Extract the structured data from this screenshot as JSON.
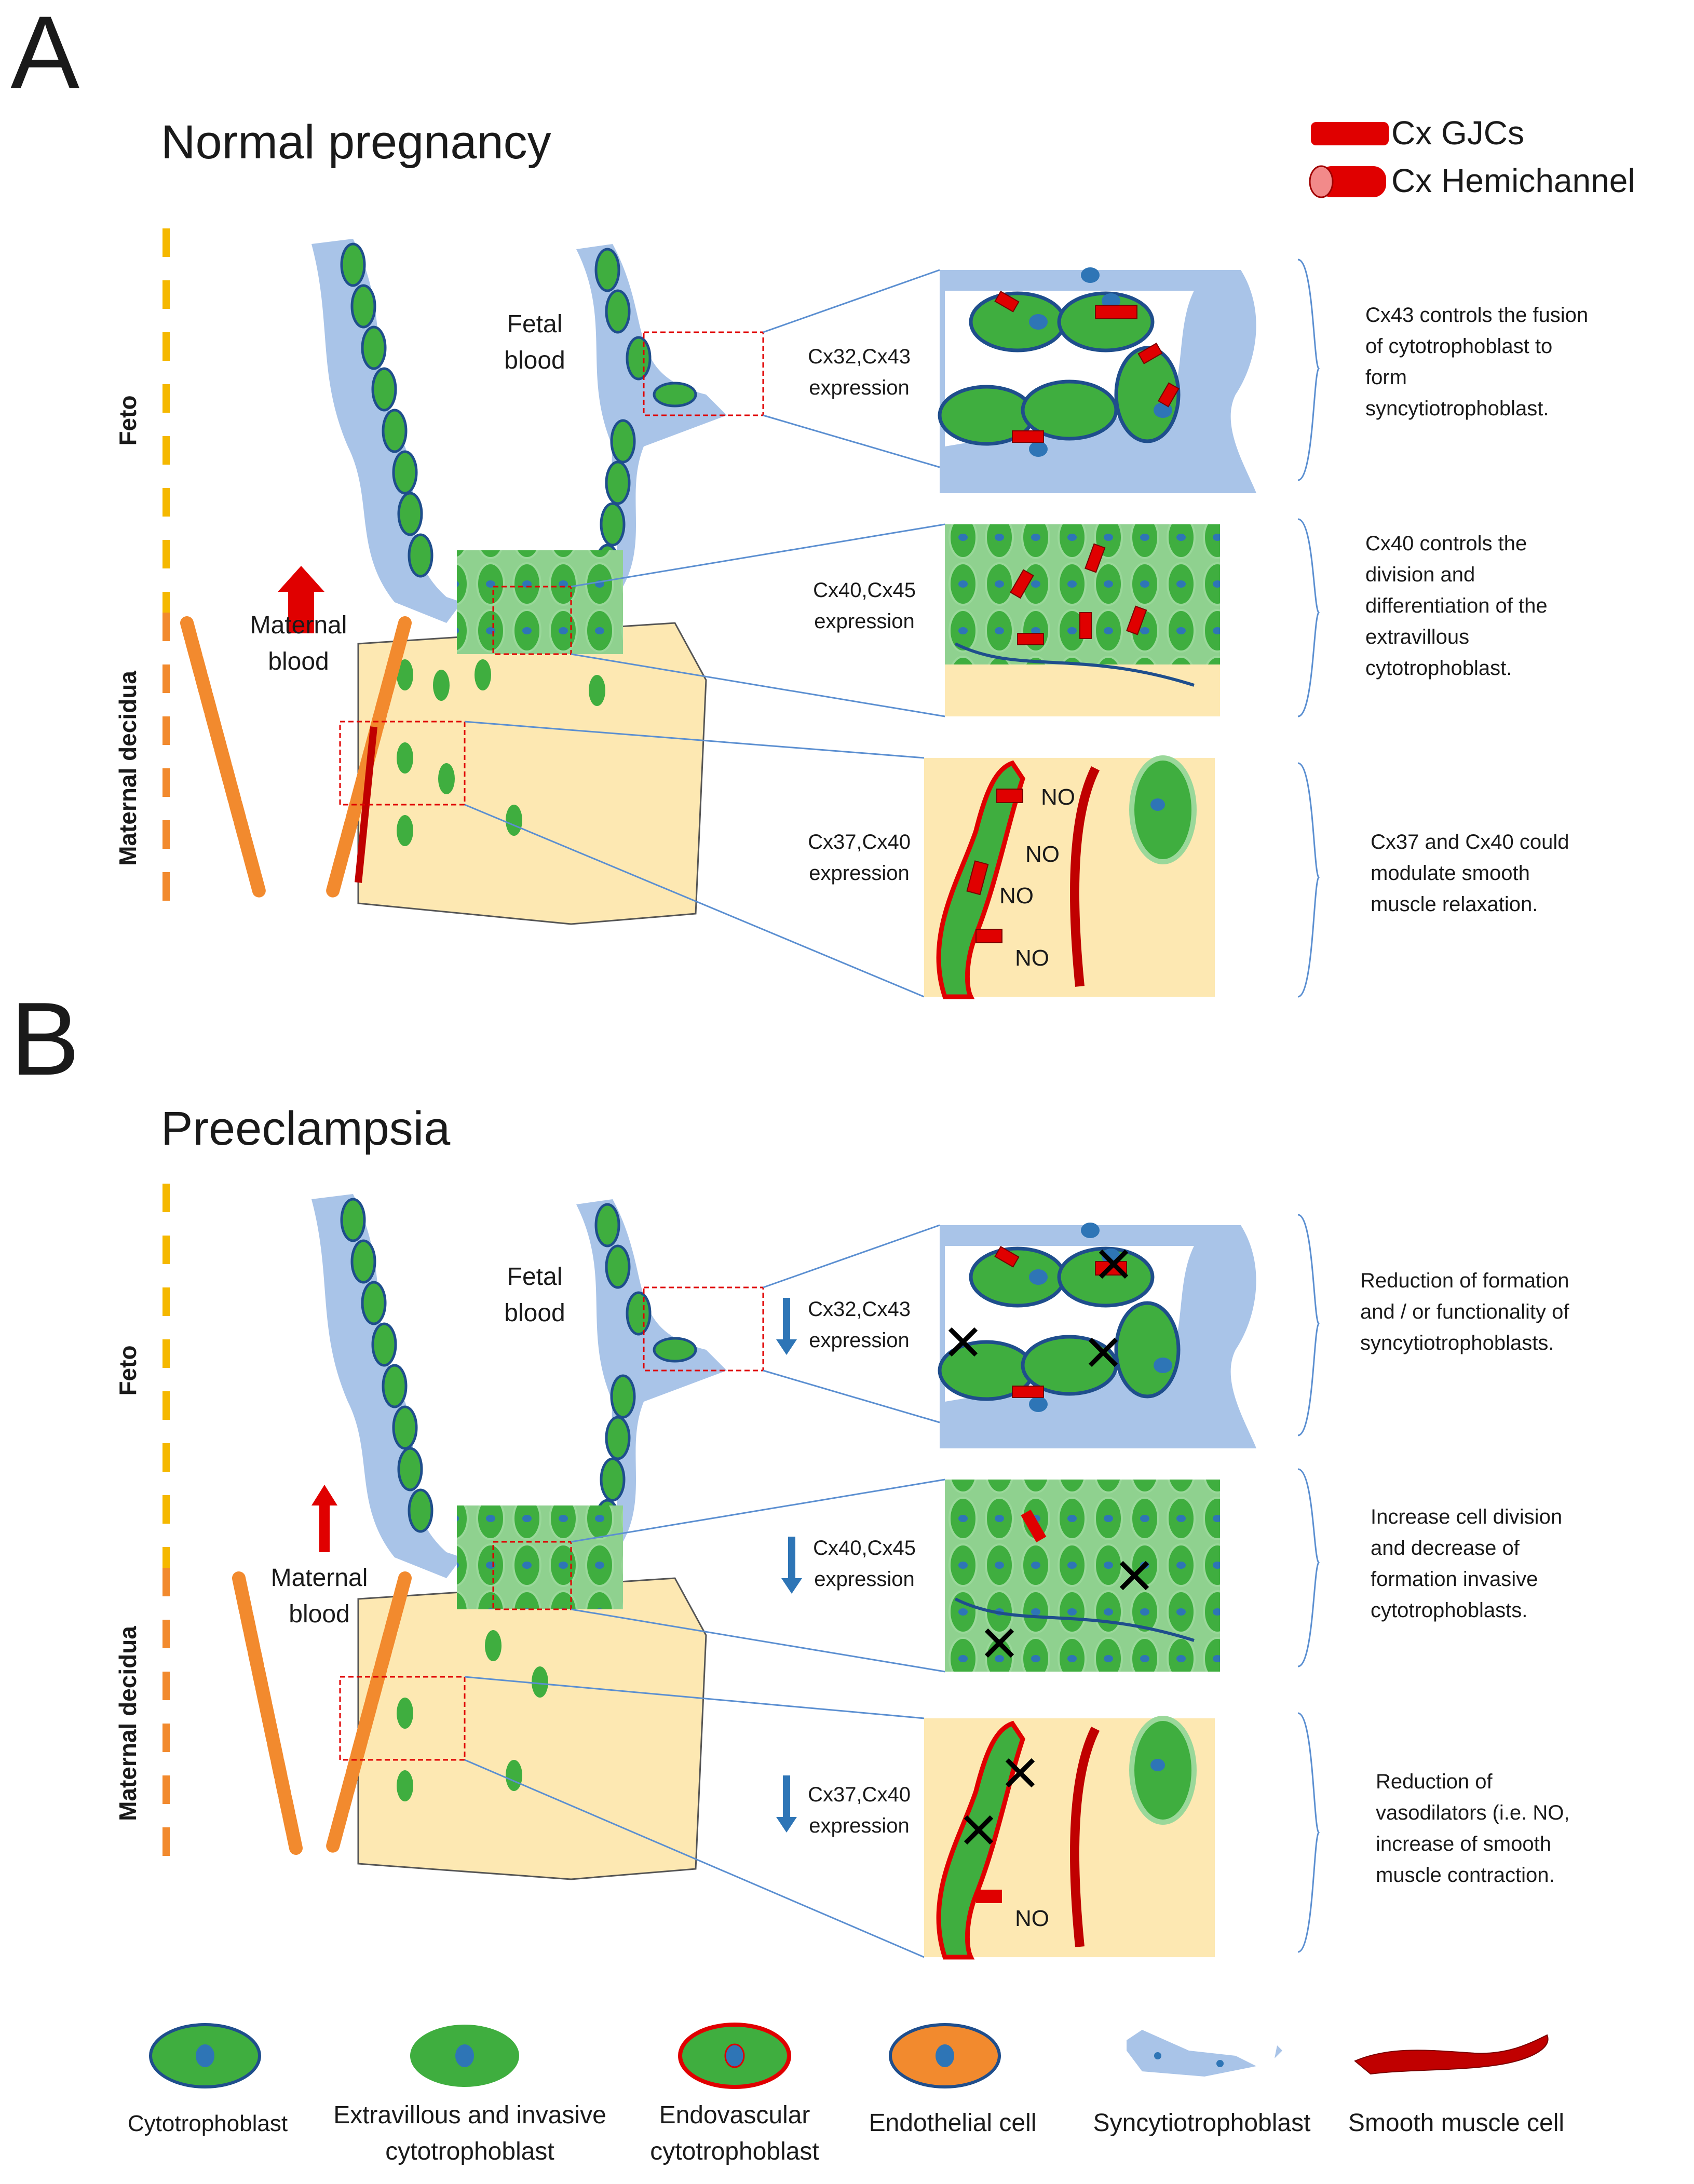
{
  "panels": [
    {
      "letter": "A",
      "title": "Normal pregnancy",
      "fetal_blood": [
        "Fetal",
        "blood"
      ],
      "maternal_blood": [
        "Maternal",
        "blood"
      ],
      "side_feto": "Feto",
      "side_maternal": "Maternal decidua",
      "expression": [
        [
          "Cx32,Cx43",
          "expression"
        ],
        [
          "Cx40,Cx45",
          "expression"
        ],
        [
          "Cx37,Cx40",
          "expression"
        ]
      ],
      "descriptions": [
        [
          "Cx43 controls the fusion",
          "of cytotrophoblast to",
          "form",
          "syncytiotrophoblast."
        ],
        [
          "Cx40 controls the",
          "division and",
          "differentiation of the",
          "extravillous",
          "cytotrophoblast."
        ],
        [
          "Cx37 and Cx40 could",
          "modulate smooth",
          "muscle relaxation."
        ]
      ],
      "no_labels": [
        "NO",
        "NO",
        "NO",
        "NO"
      ]
    },
    {
      "letter": "B",
      "title": "Preeclampsia",
      "fetal_blood": [
        "Fetal",
        "blood"
      ],
      "maternal_blood": [
        "Maternal",
        "blood"
      ],
      "side_feto": "Feto",
      "side_maternal": "Maternal decidua",
      "expression": [
        [
          "Cx32,Cx43",
          "expression"
        ],
        [
          "Cx40,Cx45",
          "expression"
        ],
        [
          "Cx37,Cx40",
          "expression"
        ]
      ],
      "descriptions": [
        [
          "Reduction of formation",
          "and / or functionality of",
          "syncytiotrophoblasts."
        ],
        [
          "Increase cell division",
          "and decrease of",
          "formation invasive",
          "cytotrophoblasts."
        ],
        [
          "Reduction of",
          "vasodilators (i.e. NO,",
          "increase of smooth",
          "muscle contraction."
        ]
      ],
      "no_labels": [
        "NO"
      ]
    }
  ],
  "key": {
    "gjc": "Cx GJCs",
    "hemichannel": "Cx Hemichannel"
  },
  "legend": [
    {
      "id": "cytotrophoblast",
      "lines": [
        "Cytotrophoblast"
      ]
    },
    {
      "id": "extravillous",
      "lines": [
        "Extravillous and invasive",
        "cytotrophoblast"
      ]
    },
    {
      "id": "endovascular",
      "lines": [
        "Endovascular",
        "cytotrophoblast"
      ]
    },
    {
      "id": "endothelial",
      "lines": [
        "Endothelial cell"
      ]
    },
    {
      "id": "syncytio",
      "lines": [
        "Syncytiotrophoblast"
      ]
    },
    {
      "id": "smooth",
      "lines": [
        "Smooth muscle cell"
      ]
    }
  ],
  "colors": {
    "green": "#3fae3f",
    "light_green": "#8fd18f",
    "dark_blue": "#1f4e8c",
    "nucleus": "#2e75b6",
    "syncytio_blue": "#a9c4e8",
    "decidua": "#fde8b2",
    "red": "#e00000",
    "orange": "#f28a2e",
    "dashed_yellow": "#f5b800",
    "dashed_orange": "#f28a2e",
    "down_arrow": "#2e75b6"
  }
}
